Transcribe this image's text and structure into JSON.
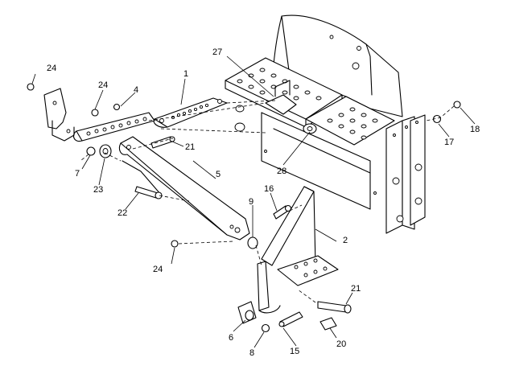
{
  "callouts": {
    "c1": "1",
    "c2": "2",
    "c4": "4",
    "c5": "5",
    "c6": "6",
    "c7": "7",
    "c8": "8",
    "c9": "9",
    "c15": "15",
    "c16": "16",
    "c17": "17",
    "c18": "18",
    "c20": "20",
    "c21a": "21",
    "c21b": "21",
    "c22": "22",
    "c23": "23",
    "c24a": "24",
    "c24b": "24",
    "c24c": "24",
    "c27": "27",
    "c28": "28"
  }
}
